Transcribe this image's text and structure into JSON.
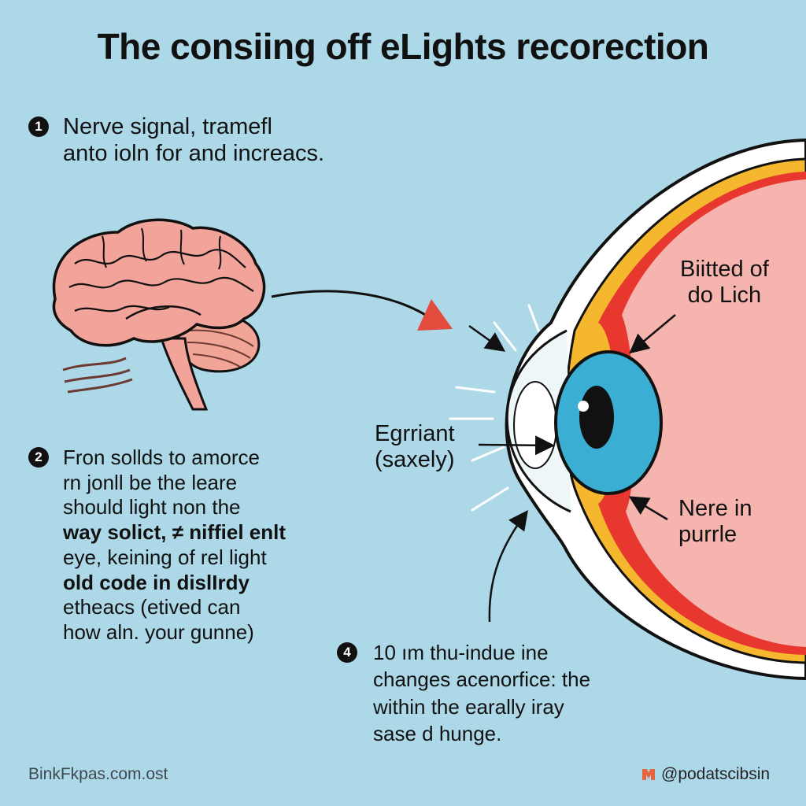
{
  "title": "The consiing off eLights recorection",
  "steps": [
    {
      "number": "1",
      "lines": [
        "Nerve signal, tramefl",
        "anto ioln for and increacs."
      ]
    },
    {
      "number": "2",
      "lines": [
        "Fron sollds to amorce",
        "rn jonll be the leare",
        "should light non the",
        "way solict, ≠ niffiel enlt",
        "eye, keining of rel light",
        "old code in dislIrdy",
        "etheacs (etived can",
        "how aln. your gunne)"
      ]
    },
    {
      "number": "4",
      "lines": [
        "10 ım thu-indue ine",
        "changes acenorfice: the",
        "within the earally iray",
        "sase d hunge."
      ]
    }
  ],
  "labels": {
    "top_right": [
      "Biitted of",
      "do Lich"
    ],
    "middle": [
      "Egrriant",
      "(saxely)"
    ],
    "bottom_right": [
      "Nere in",
      "purrle"
    ]
  },
  "footer": {
    "left": "BinkFkpas.com.ost",
    "right": "@podatscibsin"
  },
  "colors": {
    "background": "#acd8e8",
    "brain": "#f2a39a",
    "iris": "#3aaed3",
    "eye_interior": "#f6b4ae",
    "retina_red": "#e8372e",
    "choroid_yellow": "#f4b72e",
    "arrow_red": "#e34b3c"
  }
}
